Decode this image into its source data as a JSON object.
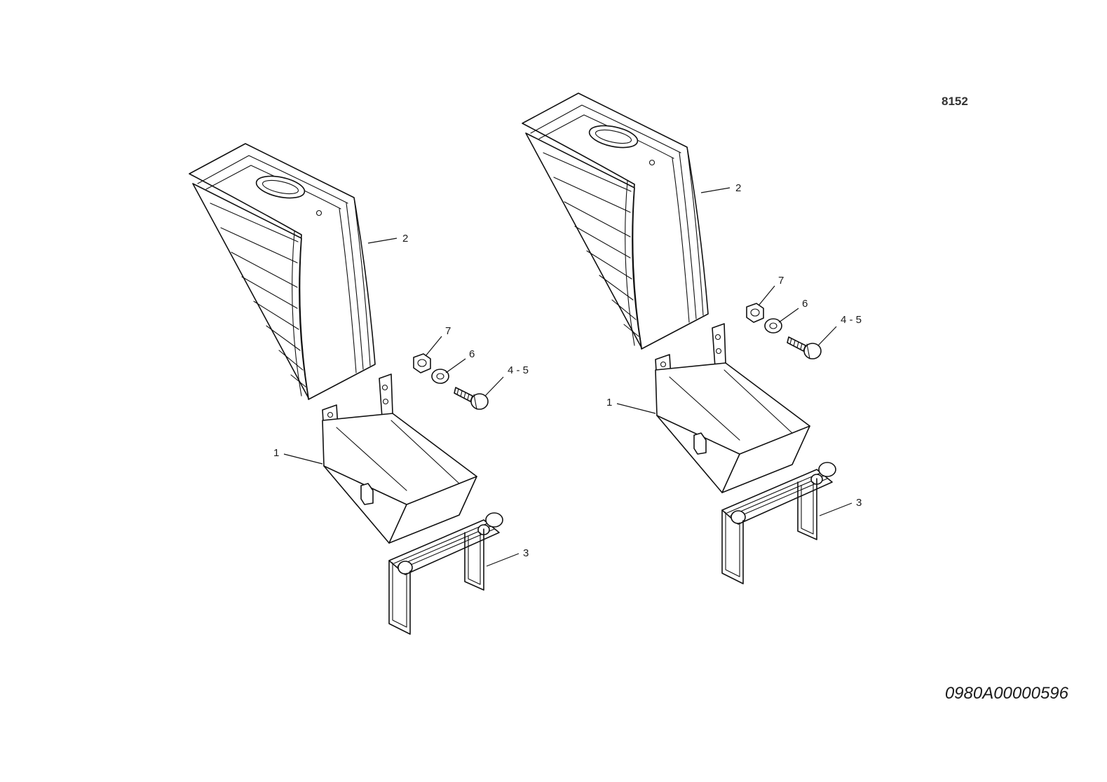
{
  "sheet_number": "8152",
  "drawing_code": "0980A00000596",
  "assemblies": [
    {
      "labels": {
        "panel": "2",
        "nut": "7",
        "washer": "6",
        "bolt": "4 - 5",
        "bracket": "1",
        "step": "3"
      }
    },
    {
      "labels": {
        "panel": "2",
        "nut": "7",
        "washer": "6",
        "bolt": "4 - 5",
        "bracket": "1",
        "step": "3"
      }
    }
  ]
}
